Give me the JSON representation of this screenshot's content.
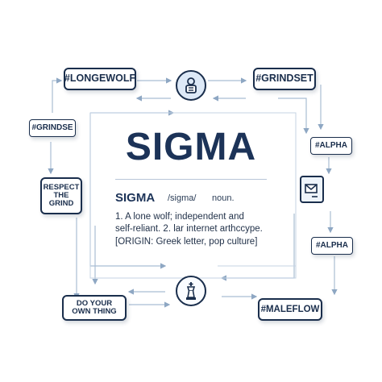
{
  "title": "SIGMA",
  "definition": {
    "word": "SIGMA",
    "pronunciation": "/sigma/",
    "part_of_speech": "noun.",
    "line1": "1. A lone wolf; independent and",
    "line2": "self-reliant. 2. lar internet arthccype.",
    "origin": "[ORIGIN: Greek letter, pop culture]"
  },
  "tags": {
    "longewolf": "#LONGEWOLF",
    "grindset": "#GRINDSET",
    "grindse": "#GRINDSE",
    "alpha_top": "#ALPHA",
    "alpha_bottom": "#ALPHA",
    "maleflow": "#MALEFLOW",
    "respect": "RESPECT THE GRIND",
    "do_your_own": "DO YOUR OWN THING"
  },
  "icons": {
    "top": "person-icon",
    "bottom": "chess-king-icon",
    "right": "message-icon"
  },
  "colors": {
    "navy": "#1c3358",
    "arrow": "#9fb4cc",
    "icon_fill": "#dde9f7"
  }
}
